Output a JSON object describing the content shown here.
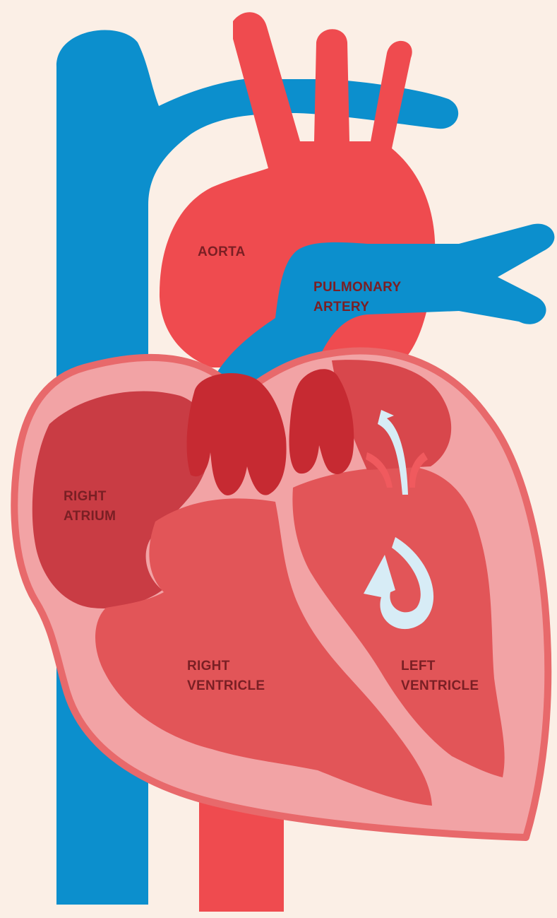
{
  "labels": {
    "aorta": "AORTA",
    "pulmonary_artery": [
      "PULMONARY",
      "ARTERY"
    ],
    "right_atrium": [
      "RIGHT",
      "ATRIUM"
    ],
    "right_ventricle": [
      "RIGHT",
      "VENTRICLE"
    ],
    "left_ventricle": [
      "LEFT",
      "VENTRICLE"
    ]
  },
  "colors": {
    "background": "#fbefe6",
    "vein_blue": "#0c8fcd",
    "artery_red": "#ef4b4f",
    "heart_outer_pink": "#f2a3a5",
    "heart_outline": "#e8696b",
    "chamber_red": "#e25558",
    "atrium_red": "#c93c44",
    "valve_dark_red": "#c62a32",
    "label_text": "#7a1f24",
    "flow_arrow": "#d7ecf6"
  },
  "icons": [
    "flow-arrow-icon",
    "outflow-arrow-icon"
  ]
}
